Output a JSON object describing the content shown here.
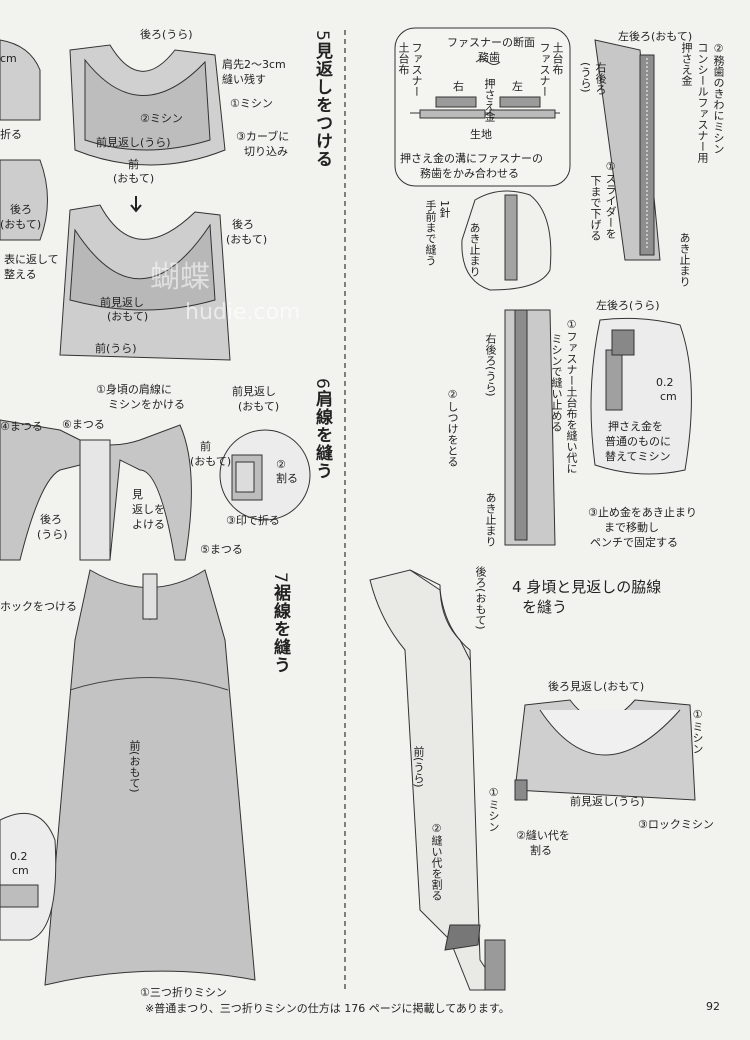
{
  "page_number": "92",
  "footnote": "※普通まつり、三つ折りミシンの仕方は 176 ページに掲載してあります。",
  "watermark": {
    "cn": "蝴蝶",
    "en": "hudie.com"
  },
  "step5": {
    "number": "5",
    "title": "見返しをつける",
    "labels": {
      "back_ura": "後ろ(うら)",
      "shoulder": "肩先2〜3cm",
      "leave": "縫い残す",
      "sew1": "①ミシン",
      "sew2": "②ミシン",
      "notch": "③カーブに",
      "notch2": "切り込み",
      "front_facing_ura": "前見返し(うら)",
      "front": "前",
      "omote": "(おもて)",
      "back_omote": "後ろ",
      "omote2": "(おもて)",
      "turn": "表に返して",
      "arrange": "整える",
      "back_r": "後ろ",
      "back_r2": "(おもて)",
      "facing_front": "前見返し",
      "facing_front2": "(おもて)",
      "front_ura": "前(うら)",
      "cm": "cm",
      "fold": "折る"
    }
  },
  "step6": {
    "number": "6",
    "title": "肩線を縫う",
    "labels": {
      "sew_shoulder": "①身頃の肩線に",
      "sew_shoulder2": "ミシンをかける",
      "facing_omote": "前見返し",
      "facing_omote2": "(おもて)",
      "front": "前",
      "front2": "(おもて)",
      "split": "②",
      "split2": "割る",
      "fold_mark": "③印で折る",
      "matsuru4": "④まつる",
      "matsuru5": "⑤まつる",
      "matsuru6": "⑥まつる",
      "back": "後ろ",
      "back2": "(うら)",
      "facing_avoid": "見",
      "facing_avoid2": "返しを",
      "facing_avoid3": "よける",
      "hook": "ホックをつける"
    }
  },
  "step7": {
    "number": "7",
    "title": "裾線を縫う",
    "labels": {
      "front_omote": "前(おもて)",
      "cm_val": "0.2",
      "cm": "cm",
      "hem": "①三つ折りミシン"
    }
  },
  "zipper": {
    "cross_section": "ファスナーの断面",
    "teeth": "務歯",
    "tape": "ファスナー",
    "tape2": "土台布",
    "left_tape": "ファスナー",
    "left_tape2": "土台布",
    "right": "右",
    "left": "左",
    "presser": "押さえ金",
    "fabric": "生地",
    "caption": "押さえ金の溝にファスナーの",
    "caption2": "務歯をかみ合わせる",
    "left_back_omote": "左後ろ(おもて)",
    "sew_teeth": "②務歯のきわにミシン",
    "concealed": "コンシールファスナー用",
    "concealed2": "押さえ金",
    "right_back": "右後ろ",
    "right_back2": "(うら)",
    "slider": "①スライダーを",
    "slider2": "下まで下げる",
    "open_end": "あき止まり",
    "one_stitch": "1針",
    "one_stitch2": "手前まで縫う",
    "open_end2": "あき止まり",
    "left_back_ura": "左後ろ(うら)",
    "right_back_ura": "右後ろ(うら)",
    "sew_tape": "①ファスナー土台布を縫い代に",
    "sew_tape2": "ミシンで縫い止める",
    "basting": "②しつけをとる",
    "open_end3": "あき止まり",
    "stopper": "③止め金をあき止まり",
    "stopper2": "まで移動し",
    "stopper3": "ペンチで固定する",
    "cm_val": "0.2",
    "cm": "cm",
    "replace": "押さえ金を",
    "replace2": "普通のものに",
    "replace3": "替えてミシン"
  },
  "step4": {
    "title": "4 身頃と見返しの脇線",
    "title2": "を縫う",
    "back_omote": "後ろ(おもて)",
    "front_ura": "前(うら)",
    "sew1": "①ミシン",
    "split": "②縫い代を割る",
    "back_facing": "後ろ見返し(おもて)",
    "front_facing": "前見返し(うら)",
    "sew1b": "①ミシン",
    "split2": "②縫い代を",
    "split3": "割る",
    "lock": "③ロックミシン"
  }
}
